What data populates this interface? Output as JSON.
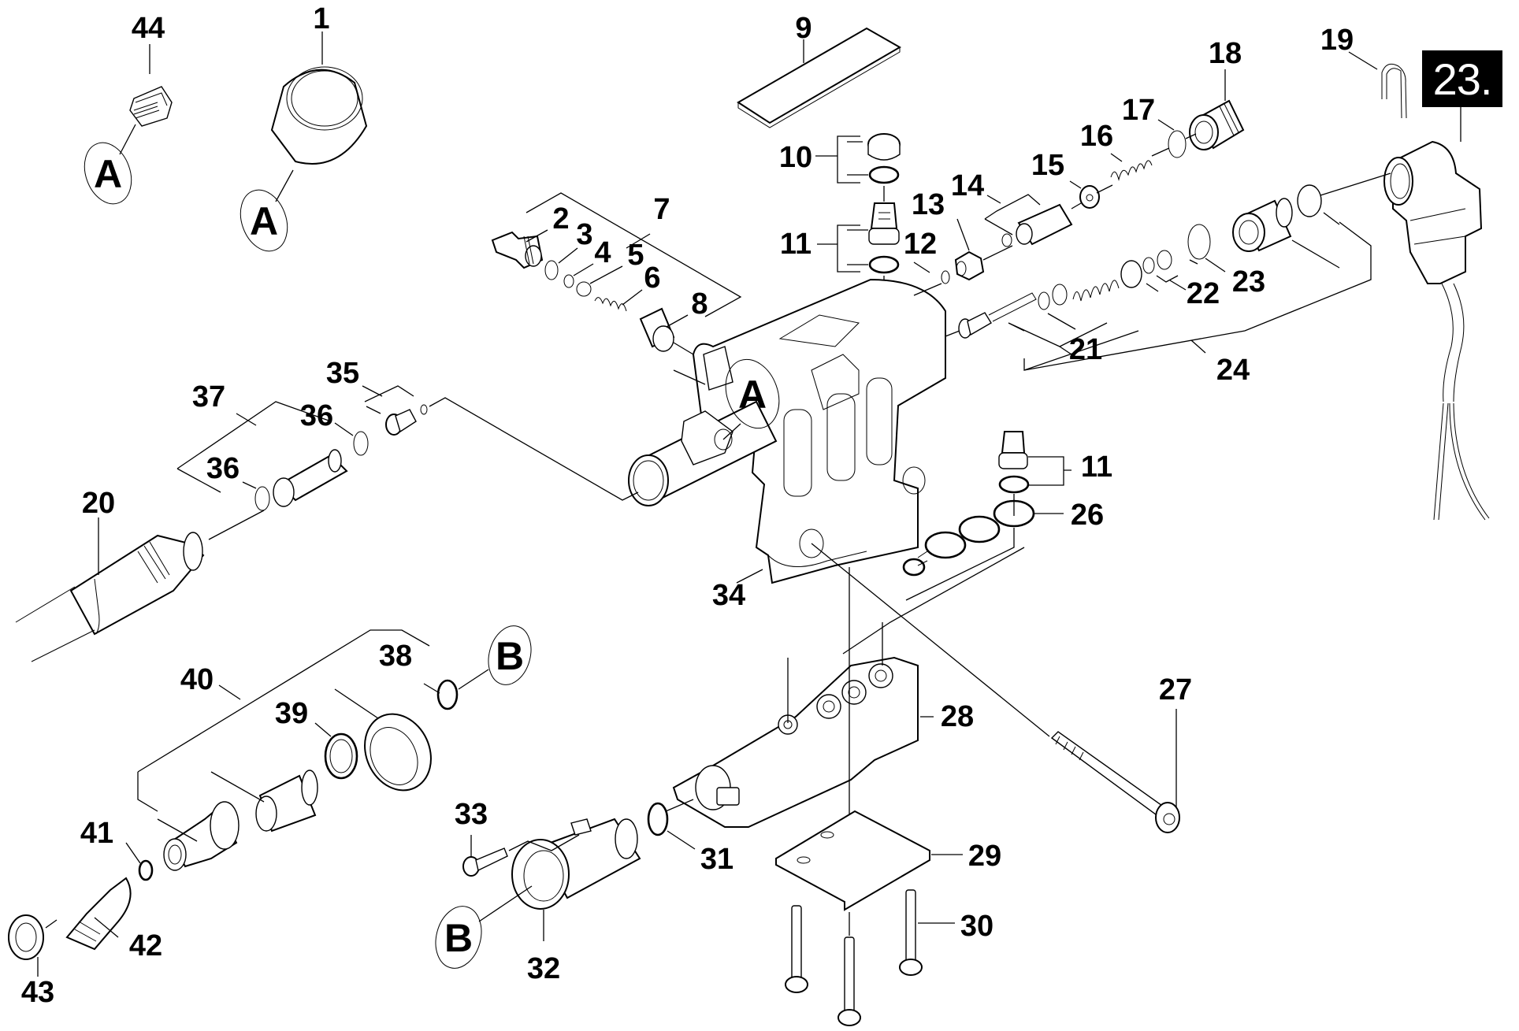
{
  "diagram": {
    "title": "23.",
    "description": "Exploded parts diagram of a pressure washer pump head assembly",
    "reference_markers": [
      "A",
      "B"
    ],
    "callouts": [
      {
        "id": "c1",
        "label": "1"
      },
      {
        "id": "c2",
        "label": "2"
      },
      {
        "id": "c3",
        "label": "3"
      },
      {
        "id": "c4",
        "label": "4"
      },
      {
        "id": "c5",
        "label": "5"
      },
      {
        "id": "c6",
        "label": "6"
      },
      {
        "id": "c7",
        "label": "7"
      },
      {
        "id": "c8",
        "label": "8"
      },
      {
        "id": "c9",
        "label": "9"
      },
      {
        "id": "c10",
        "label": "10"
      },
      {
        "id": "c11a",
        "label": "11"
      },
      {
        "id": "c11b",
        "label": "11"
      },
      {
        "id": "c12",
        "label": "12"
      },
      {
        "id": "c13",
        "label": "13"
      },
      {
        "id": "c14",
        "label": "14"
      },
      {
        "id": "c15",
        "label": "15"
      },
      {
        "id": "c16",
        "label": "16"
      },
      {
        "id": "c17",
        "label": "17"
      },
      {
        "id": "c18",
        "label": "18"
      },
      {
        "id": "c19",
        "label": "19"
      },
      {
        "id": "c20",
        "label": "20"
      },
      {
        "id": "c21",
        "label": "21"
      },
      {
        "id": "c22",
        "label": "22"
      },
      {
        "id": "c23",
        "label": "23"
      },
      {
        "id": "c24",
        "label": "24"
      },
      {
        "id": "c26",
        "label": "26"
      },
      {
        "id": "c27",
        "label": "27"
      },
      {
        "id": "c28",
        "label": "28"
      },
      {
        "id": "c29",
        "label": "29"
      },
      {
        "id": "c30",
        "label": "30"
      },
      {
        "id": "c31",
        "label": "31"
      },
      {
        "id": "c32",
        "label": "32"
      },
      {
        "id": "c33",
        "label": "33"
      },
      {
        "id": "c34",
        "label": "34"
      },
      {
        "id": "c35",
        "label": "35"
      },
      {
        "id": "c36a",
        "label": "36"
      },
      {
        "id": "c36b",
        "label": "36"
      },
      {
        "id": "c37",
        "label": "37"
      },
      {
        "id": "c38",
        "label": "38"
      },
      {
        "id": "c39",
        "label": "39"
      },
      {
        "id": "c40",
        "label": "40"
      },
      {
        "id": "c41",
        "label": "41"
      },
      {
        "id": "c42",
        "label": "42"
      },
      {
        "id": "c43",
        "label": "43"
      },
      {
        "id": "c44",
        "label": "44"
      }
    ],
    "markers": {
      "a_plug": "A",
      "a_cap": "A",
      "a_body": "A",
      "b_inlet": "B",
      "b_adapter": "B"
    }
  }
}
